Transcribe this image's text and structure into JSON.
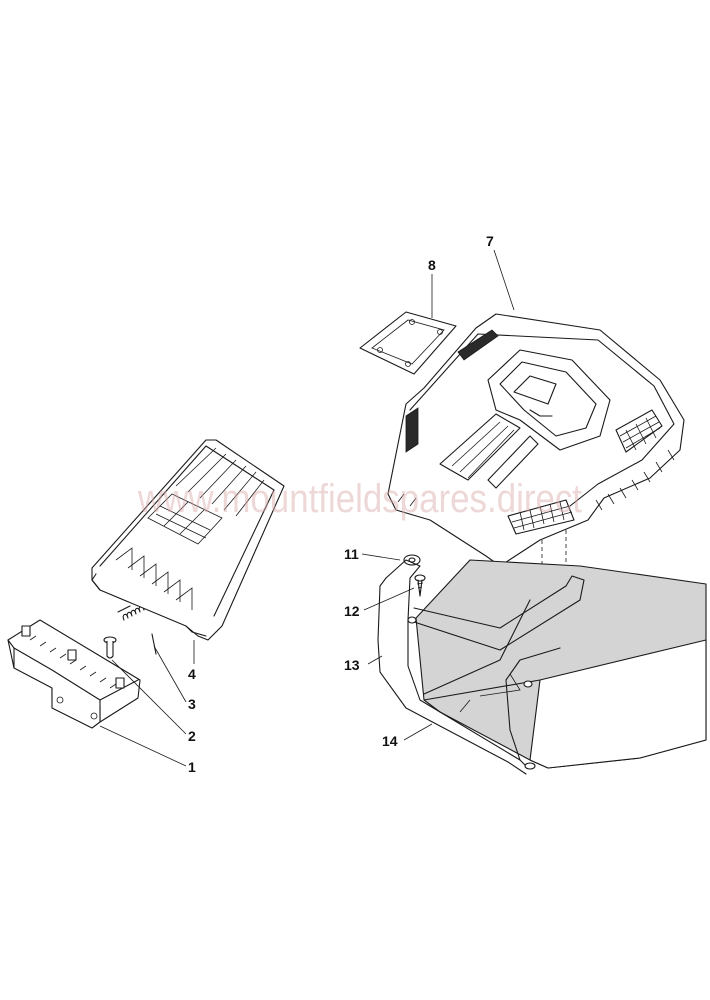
{
  "watermark": "www.mountfieldspares.direct",
  "callouts": [
    {
      "id": "1",
      "label": "1"
    },
    {
      "id": "2",
      "label": "2"
    },
    {
      "id": "3",
      "label": "3"
    },
    {
      "id": "4",
      "label": "4"
    },
    {
      "id": "7",
      "label": "7"
    },
    {
      "id": "8",
      "label": "8"
    },
    {
      "id": "11",
      "label": "11"
    },
    {
      "id": "12",
      "label": "12"
    },
    {
      "id": "13",
      "label": "13"
    },
    {
      "id": "14",
      "label": "14"
    }
  ],
  "colors": {
    "line": "#1a1a1a",
    "bag_fill": "#d4d4d4",
    "watermark": "#d9a8a8"
  }
}
